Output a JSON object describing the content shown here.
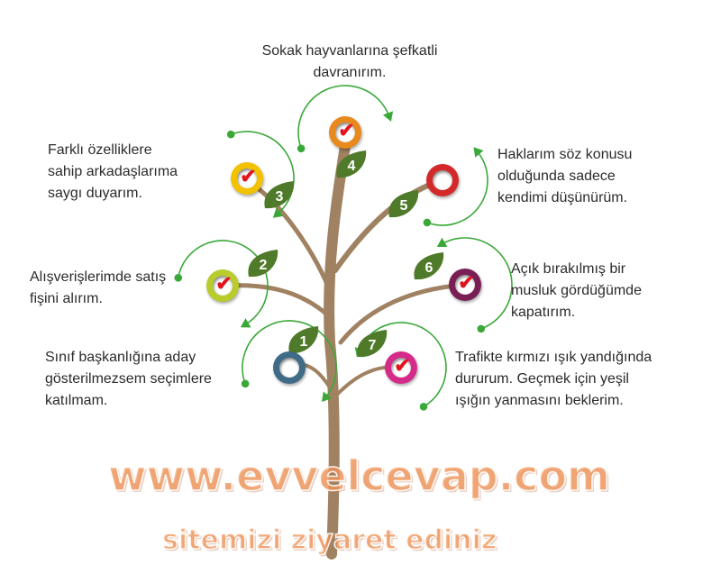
{
  "items": [
    {
      "num": "1",
      "text": "Sınıf başkanlığına aday gösterilmezsem seçimlere katılmam.",
      "lines": [
        "Sınıf başkanlığına aday",
        "gösterilmezsem seçimlere",
        "katılmam."
      ],
      "color": "#3f6b87",
      "checked": false
    },
    {
      "num": "2",
      "text": "Alışverişlerimde satış fişini alırım.",
      "lines": [
        "Alışverişlerimde satış",
        "fişini alırım."
      ],
      "color": "#b9cc2c",
      "checked": true
    },
    {
      "num": "3",
      "text": "Farklı özelliklere sahip arkadaşlarıma saygı duyarım.",
      "lines": [
        "Farklı özelliklere",
        "sahip arkadaşlarıma",
        "saygı duyarım."
      ],
      "color": "#f2c200",
      "checked": true
    },
    {
      "num": "4",
      "text": "Sokak hayvanlarına şefkatli davranırım.",
      "lines": [
        "Sokak hayvanlarına şefkatli",
        "davranırım."
      ],
      "color": "#e8891e",
      "checked": true
    },
    {
      "num": "5",
      "text": "Haklarım söz konusu olduğunda sadece kendimi düşünürüm.",
      "lines": [
        "Haklarım söz konusu",
        "olduğunda sadece",
        "kendimi düşünürüm."
      ],
      "color": "#d4292a",
      "checked": false
    },
    {
      "num": "6",
      "text": "Açık bırakılmış bir musluk gördüğümde kapatırım.",
      "lines": [
        "Açık bırakılmış bir",
        "musluk gördüğümde",
        "kapatırım."
      ],
      "color": "#7a1f55",
      "checked": true
    },
    {
      "num": "7",
      "text": "Trafikte kırmızı ışık yandığında dururum. Geçmek için yeşil ışığın yanmasını beklerim.",
      "lines": [
        "Trafikte kırmızı ışık yandığında",
        "dururum. Geçmek için yeşil",
        "ışığın yanmasını beklerim."
      ],
      "color": "#d62a8a",
      "checked": true
    }
  ],
  "check_symbol": "✔",
  "watermark": {
    "main": "www.evvelcevap.com",
    "sub": "sitemizi ziyaret ediniz"
  },
  "colors": {
    "trunk": "#a08262",
    "leaf": "#4f7a2a",
    "arrow": "#3aa838"
  }
}
